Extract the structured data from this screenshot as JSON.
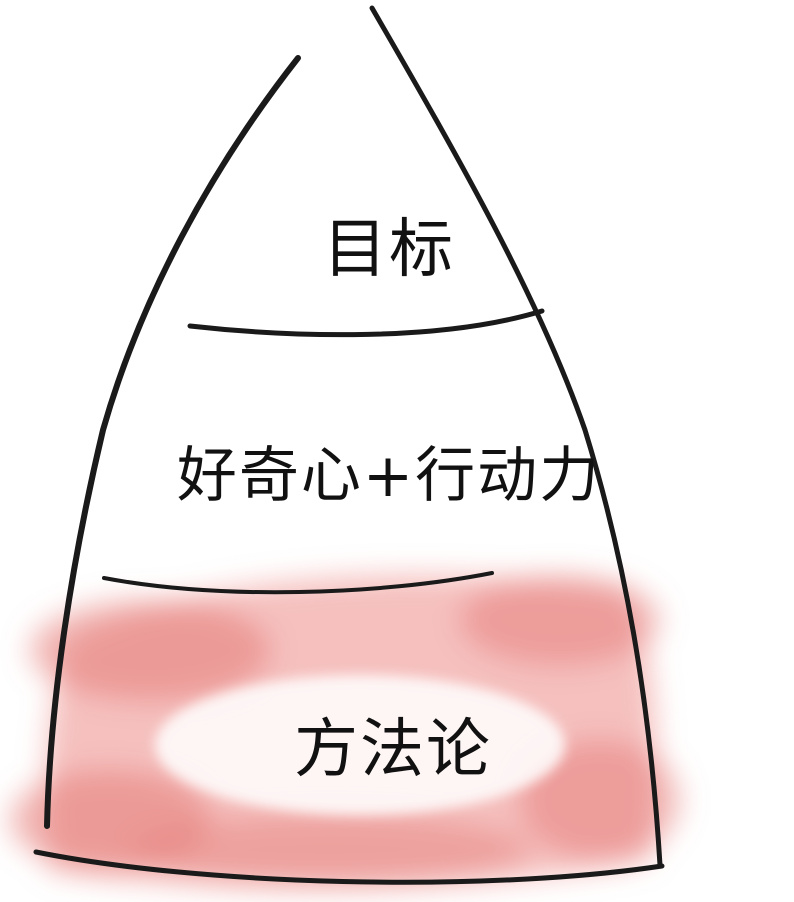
{
  "diagram": {
    "layers": [
      {
        "id": "top",
        "label": "目标"
      },
      {
        "id": "middle",
        "label": "好奇心+行动力"
      },
      {
        "id": "bottom",
        "label": "方法论",
        "highlighted": true
      }
    ]
  },
  "colors": {
    "ink": "#1a1a1a",
    "highlight": "#e7807c",
    "background": "#ffffff"
  }
}
